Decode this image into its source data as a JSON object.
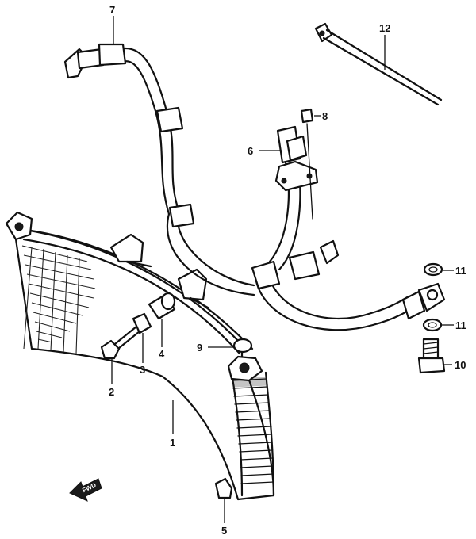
{
  "callouts": {
    "c1": "1",
    "c2": "2",
    "c3": "3",
    "c4": "4",
    "c5": "5",
    "c6": "6",
    "c7": "7",
    "c8": "8",
    "c9": "9",
    "c10": "10",
    "c11a": "11",
    "c11b": "11",
    "c12": "12"
  },
  "forward_arrow": "FWD"
}
